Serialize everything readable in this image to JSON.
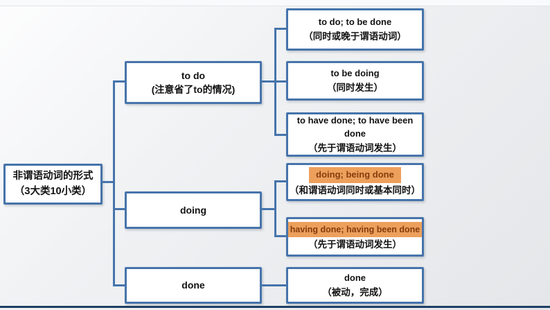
{
  "colors": {
    "box_border": "#4674ab",
    "connector": "#4674ab",
    "highlight_bg": "#eda05c",
    "highlight_text": "#843c0c",
    "slide_bottom_bar": "#1e3f63",
    "box_fill": "#ffffff"
  },
  "root": {
    "line1": "非谓语动词的形式",
    "line2": "（3大类10小类）"
  },
  "branches": [
    {
      "label": "to do",
      "note": "(注意省了to的情况)",
      "children": [
        {
          "en": "to do;  to be done",
          "zh": "（同时或晚于谓语动词）",
          "highlighted": false
        },
        {
          "en": "to be doing",
          "zh": "（同时发生）",
          "highlighted": false
        },
        {
          "en": "to have done; to have been done",
          "zh": "（先于谓语动词发生）",
          "highlighted": false
        }
      ]
    },
    {
      "label": "doing",
      "note": "",
      "children": [
        {
          "en": "doing; being done",
          "zh": "（和谓语动词同时或基本同时）",
          "highlighted": true
        },
        {
          "en": "having done; having been done",
          "zh": "（先于谓语动词发生）",
          "highlighted": true
        }
      ]
    },
    {
      "label": "done",
      "note": "",
      "children": [
        {
          "en": "done",
          "zh": "（被动，完成）",
          "highlighted": false
        }
      ]
    }
  ]
}
